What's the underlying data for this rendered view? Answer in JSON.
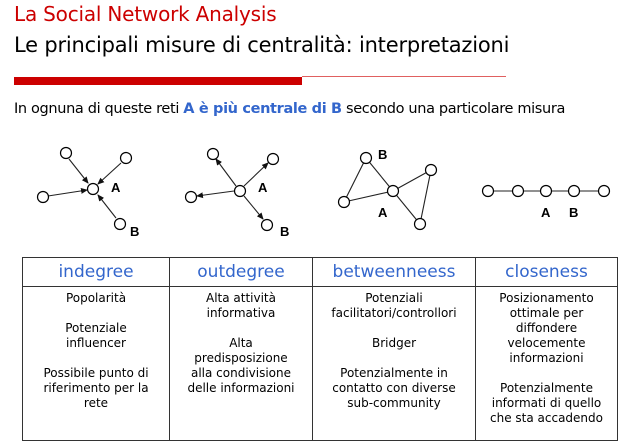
{
  "header": {
    "title": "La Social Network Analysis",
    "subtitle": "Le principali misure di centralità: interpretazioni",
    "accent_color": "#cc0000"
  },
  "intro": {
    "before": "In ognuna di queste reti ",
    "highlight": "A è più centrale di B",
    "after": " secondo una particolare misura",
    "highlight_color": "#3366cc"
  },
  "networks": [
    {
      "measure": "indegree",
      "label_a": "A",
      "label_b": "B"
    },
    {
      "measure": "outdegree",
      "label_a": "A",
      "label_b": "B"
    },
    {
      "measure": "betweenness",
      "label_a": "A",
      "label_b": "B"
    },
    {
      "measure": "closeness",
      "label_a": "A",
      "label_b": "B"
    }
  ],
  "table": {
    "headers": [
      "indegree",
      "outdegree",
      "betweenneess",
      "closeness"
    ],
    "columns": [
      [
        "Popolarità",
        "Potenziale\ninfluencer",
        "Possibile punto di\nriferimento per la\nrete"
      ],
      [
        "Alta attività\ninformativa",
        "Alta\npredisposizione\nalla condivisione\ndelle informazioni"
      ],
      [
        "Potenziali\nfacilitatori/controllori",
        "Bridger",
        "Potenzialmente in\ncontatto con  diverse\nsub-community"
      ],
      [
        "Posizionamento\nottimale per\ndiffondere\nvelocemente\ninformazioni",
        "Potenzialmente\ninformati di quello\nche sta accadendo"
      ]
    ]
  }
}
